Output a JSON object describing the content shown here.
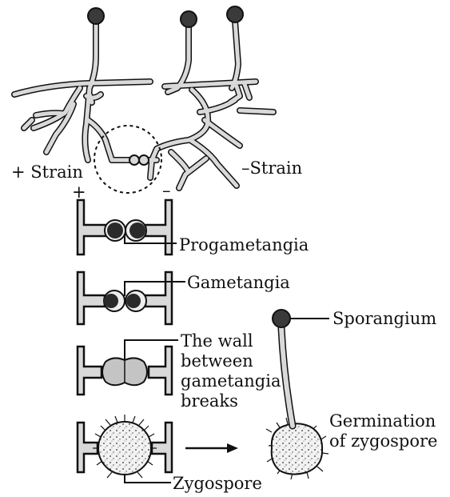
{
  "labels": {
    "plus_strain": "+ Strain",
    "minus_strain": "–Strain",
    "plus_sign": "+",
    "minus_sign": "–",
    "progametangia": "Progametangia",
    "gametangia": "Gametangia",
    "wall_breaks": "The wall between gametangia breaks",
    "zygospore": "Zygospore",
    "sporangium": "Sporangium",
    "germination": "Germination of zygospore"
  },
  "colors": {
    "hypha_fill": "#d9d9d9",
    "outline": "#111111",
    "sporangium_head": "#3a3a3a",
    "progametangium": "#2a2a2a"
  },
  "stages": [
    "mycelium-contact",
    "progametangia",
    "gametangia",
    "wall-breaks",
    "zygospore",
    "germination"
  ]
}
